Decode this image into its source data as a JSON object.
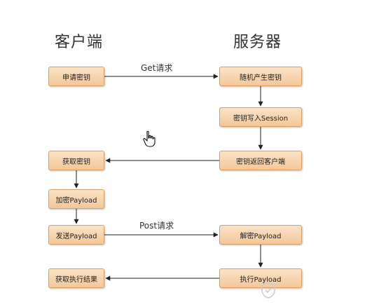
{
  "columns": {
    "client_title": "客户端",
    "server_title": "服务器"
  },
  "boxes": {
    "apply_key": "申请密钥",
    "gen_key": "随机产生密钥",
    "write_session": "密钥写入Session",
    "get_key": "获取密钥",
    "return_key": "密钥返回客户端",
    "encrypt_payload": "加密Payload",
    "send_payload": "发送Payload",
    "decrypt_payload": "解密Payload",
    "get_result": "获取执行结果",
    "execute_payload": "执行Payload"
  },
  "edges": {
    "get_request": "Get请求",
    "post_request": "Post请求"
  },
  "colors": {
    "box_fill_top": "#fbe3c6",
    "box_fill_bottom": "#f3c79a",
    "box_border": "#d6a26a",
    "arrow": "#222222"
  },
  "icons": {
    "cursor": "hand-pointer-icon",
    "watermark_logo": "shield-logo-icon"
  }
}
